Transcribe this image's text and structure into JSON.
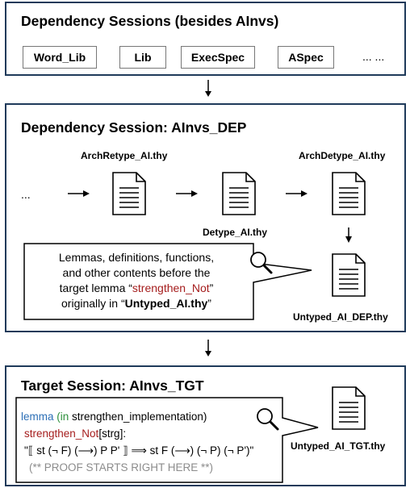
{
  "panel1": {
    "title": "Dependency Sessions (besides AInvs)",
    "libs": [
      "Word_Lib",
      "Lib",
      "ExecSpec",
      "ASpec"
    ],
    "more": "... ..."
  },
  "panel2": {
    "title": "Dependency Session: AInvs_DEP",
    "leading_ellipsis": "...",
    "files": {
      "arch_retype": "ArchRetype_AI.thy",
      "detype": "Detype_AI.thy",
      "arch_detype": "ArchDetype_AI.thy",
      "untyped_dep": "Untyped_AI_DEP.thy"
    },
    "callout": {
      "line1": "Lemmas, definitions, functions,",
      "line2": "and other contents before the",
      "line3_prefix": "target lemma “",
      "lemma_name": "strengthen_Not",
      "line3_suffix": "”",
      "line4_prefix": "originally in “",
      "origin_file": "Untyped_AI.thy",
      "line4_suffix": "”"
    }
  },
  "panel3": {
    "title": "Target Session: AInvs_TGT",
    "file": "Untyped_AI_TGT.thy",
    "code": {
      "kw_lemma": "lemma",
      "open_paren": " (",
      "kw_in": "in",
      "context": " strengthen_implementation)",
      "name": "strengthen_Not",
      "attr": "[strg]:",
      "statement": "\"⟦ st (¬ F) (⟶) P P' ⟧ ⟹ st F (⟶) (¬ P) (¬ P')\"",
      "comment": "(** PROOF STARTS RIGHT HERE **)"
    }
  },
  "colors": {
    "border": "#1f3a5a",
    "keyword": "#2c6fb6",
    "keyword_in": "#2c8f3a",
    "highlight": "#a51d1d",
    "comment": "#8c8c8c"
  }
}
